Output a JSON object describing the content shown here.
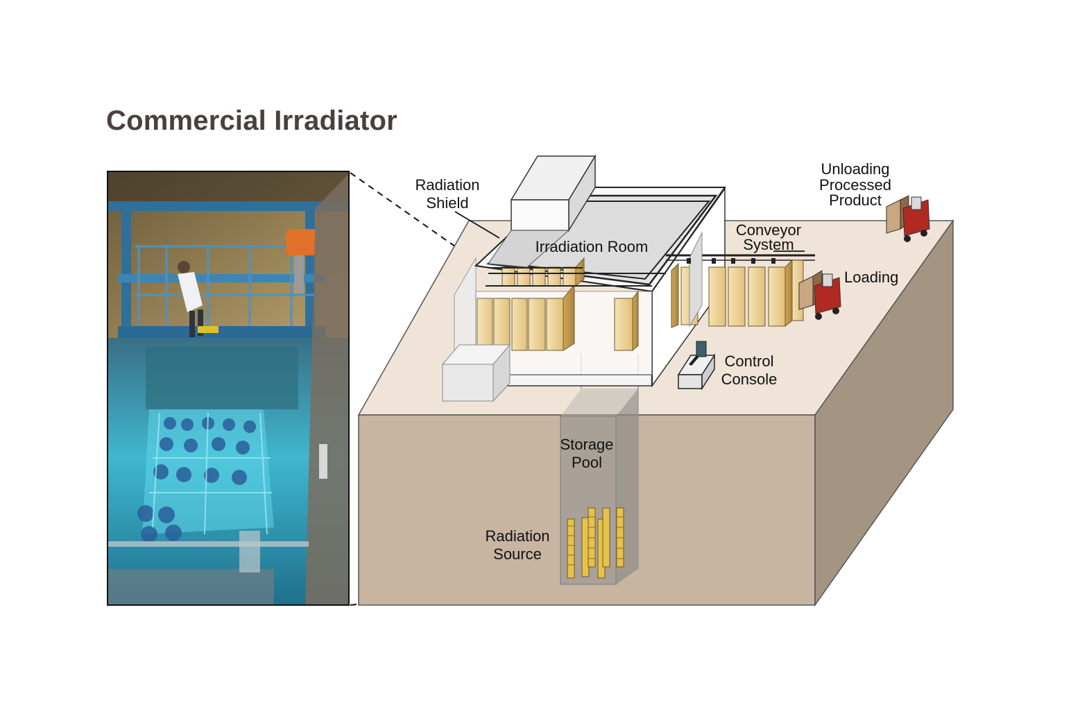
{
  "title": "Commercial Irradiator",
  "labels": {
    "radiation_shield": [
      "Radiation",
      "Shield"
    ],
    "irradiation_room": "Irradiation Room",
    "conveyor_system": [
      "Conveyor",
      "System"
    ],
    "unloading": [
      "Unloading",
      "Processed",
      "Product"
    ],
    "loading": "Loading",
    "control_console": [
      "Control",
      "Console"
    ],
    "storage_pool": [
      "Storage",
      "Pool"
    ],
    "radiation_source": [
      "Radiation",
      "Source"
    ]
  }
}
